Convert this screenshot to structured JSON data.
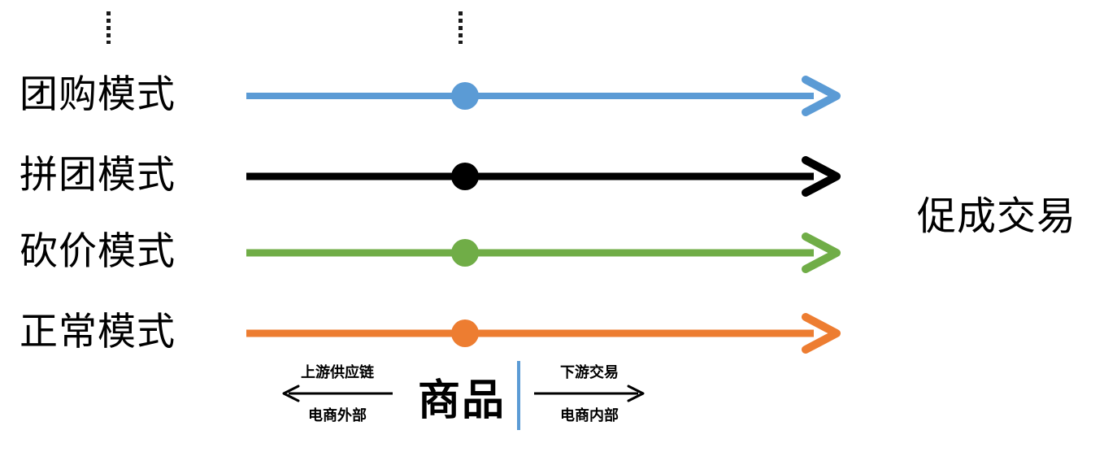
{
  "diagram": {
    "rows": [
      {
        "label": "团购模式",
        "color": "#5B9BD5"
      },
      {
        "label": "拼团模式",
        "color": "#000000"
      },
      {
        "label": "砍价模式",
        "color": "#70AD47"
      },
      {
        "label": "正常模式",
        "color": "#ED7D31"
      }
    ],
    "outcome_label": "促成交易",
    "product_label": "商品",
    "upstream": {
      "line1": "上游供应链",
      "line2": "电商外部"
    },
    "downstream": {
      "line1": "下游交易",
      "line2": "电商内部"
    },
    "divider_color": "#5B9BD5"
  }
}
